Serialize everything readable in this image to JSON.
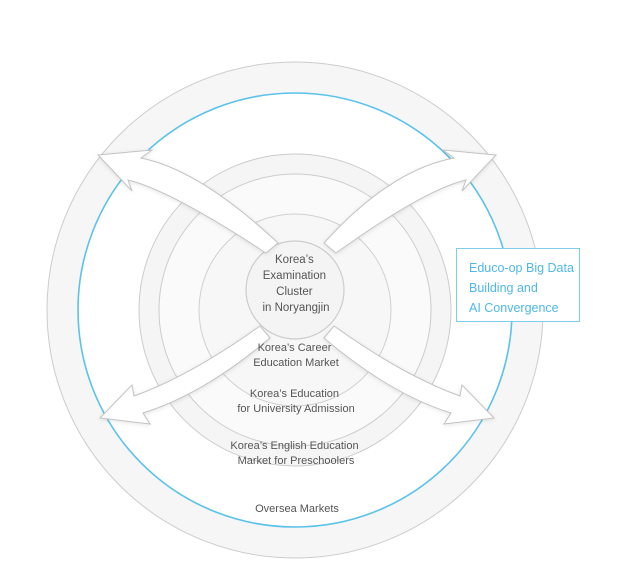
{
  "colors": {
    "accent": "#5bc2ea",
    "ring_stroke": "#cfcfcf",
    "ring_fill": "#f5f5f5",
    "text": "#555555"
  },
  "diagram": {
    "center": [
      "Korea’s",
      "Examination",
      "Cluster",
      "in Noryangjin"
    ],
    "rings": [
      {
        "lines": [
          "Korea’s Career",
          "Education Market"
        ]
      },
      {
        "lines": [
          "Korea’s Education",
          "for University Admission"
        ]
      },
      {
        "lines": [
          "Korea’s English Education",
          "Market for Preschoolers"
        ]
      },
      {
        "lines": [
          "Oversea Markets"
        ]
      }
    ],
    "callout": [
      "Educo-op Big Data",
      "Building and",
      "AI Convergence"
    ]
  }
}
